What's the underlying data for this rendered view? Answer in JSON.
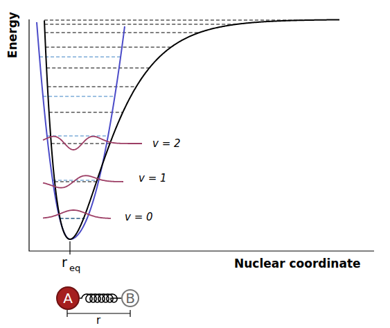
{
  "diagram": {
    "nodes": [
      {
        "text": [
          "A"
        ]
      },
      {
        "text": [
          "B"
        ]
      }
    ],
    "edges": [
      {
        "from": 0,
        "to": 1,
        "arrow": "none"
      }
    ],
    "labels": [
      "Energy",
      "v = 2",
      "v = 1",
      "v = 0",
      "r",
      "eq",
      "Nuclear coordinate",
      "r"
    ]
  }
}
